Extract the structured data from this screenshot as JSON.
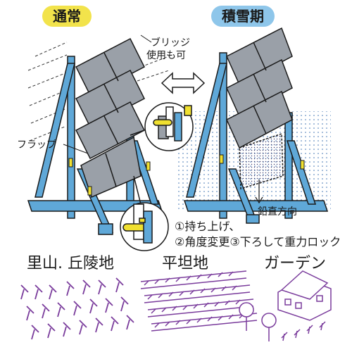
{
  "labels": {
    "summer": "通常",
    "snow": "積雪期",
    "bridge": "ブリッジ",
    "bridge2": "使用も可",
    "flap": "フラップ",
    "vertical": "鉛直方向",
    "step1": "①持ち上げ、",
    "step2": "②角度変更③下ろして重力ロック",
    "mountain": "里山. 丘陵地",
    "flat": "平坦地",
    "garden": "ガーデン"
  },
  "colors": {
    "frame": "#5fa8d8",
    "panel": "#9aa0a8",
    "summer_pill": "#f2e34b",
    "snow_pill": "#8ec6ea",
    "arrow": "#8b5fbf",
    "purple": "#7a3c9c",
    "snow_dots": "#3a6fb0",
    "pin": "#f0e030"
  }
}
